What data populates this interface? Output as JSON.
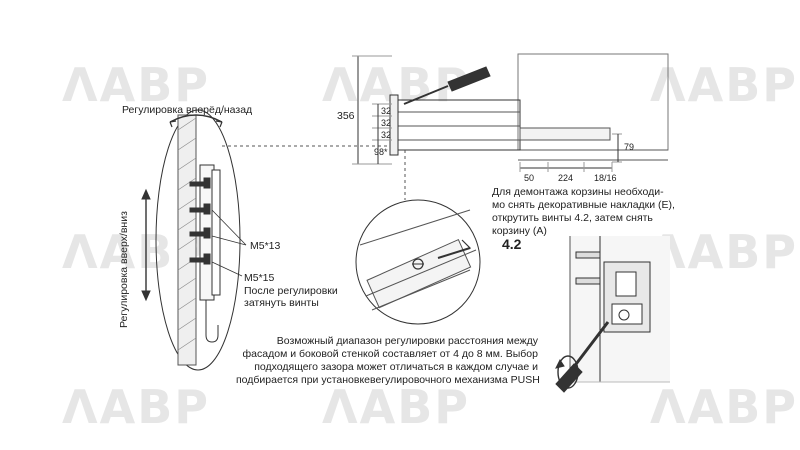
{
  "watermark": "ΛABP",
  "labels": {
    "front_back_adjust": "Регулировка вперёд/назад",
    "up_down_adjust": "Регулировка вверх/вниз",
    "screw_m5_13": "M5*13",
    "screw_m5_15": "M5*15",
    "after_adjust_line1": "После регулировки",
    "after_adjust_line2": "затянуть винты",
    "callout_screw": "4.2"
  },
  "dimensions": {
    "height_total": "356",
    "step1": "32",
    "step2": "32",
    "step3": "32",
    "bottom": "98*",
    "right_height": "79",
    "bottom_a": "50",
    "bottom_b": "224",
    "bottom_c": "18/16"
  },
  "notes": {
    "removal": [
      "Для демонтажа корзины необходи-",
      "мо снять декоративные накладки (E),",
      "открутить винты 4.2, затем снять",
      "корзину (A)"
    ],
    "gap": [
      "Возможный диапазон регулировки расстояния между",
      "фасадом и боковой стенкой составляет от 4 до 8 мм. Выбор",
      "подходящего зазора может отличаться в каждом случае и",
      "подбирается при установкевегулировочного механизма PUSH"
    ]
  }
}
